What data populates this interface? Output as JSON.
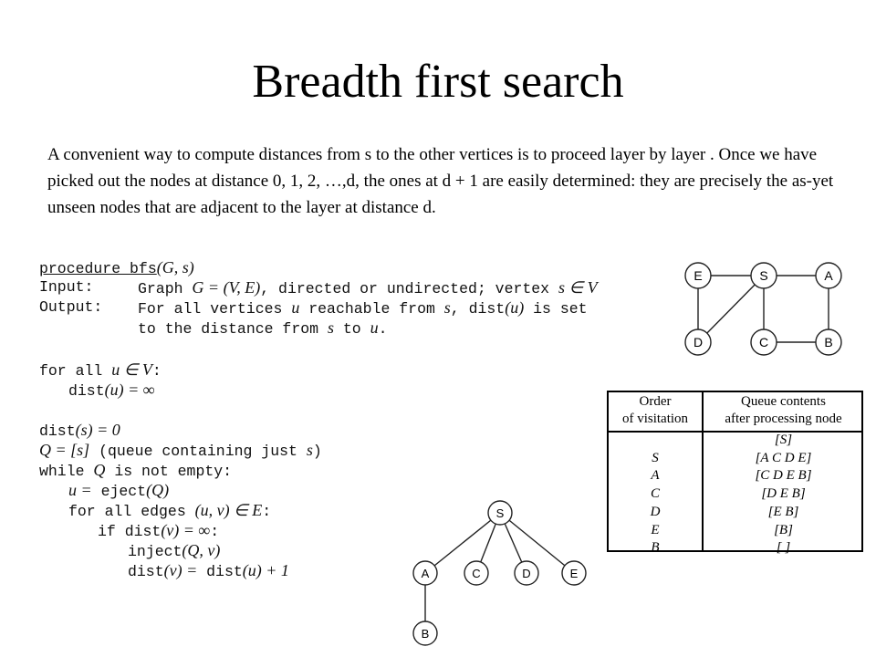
{
  "slide": {
    "title": "Breadth first search",
    "paragraph": "A convenient way to compute distances from s to the other vertices is to proceed layer by layer . Once we have picked out the nodes at distance 0, 1, 2, …,d, the ones at d + 1 are easily determined: they are precisely the as-yet unseen nodes that are adjacent to the layer at distance d."
  },
  "code": {
    "line1": {
      "kw": "procedure bfs",
      "sig": "(G, s)"
    },
    "line2": {
      "label": "Input:",
      "a": "Graph",
      "b": "G = (V, E)",
      "c": ", directed or undirected; vertex",
      "d": "s ∈ V"
    },
    "line3": {
      "label": "Output:",
      "a": "For all vertices",
      "b": "u",
      "c": "reachable from",
      "d": "s",
      "e": ", dist",
      "f": "(u)",
      "g": "is set"
    },
    "line4": {
      "a": "to the distance from",
      "b": "s",
      "c": "to",
      "d": "u",
      "e": "."
    },
    "line5": {
      "a": "for all",
      "b": "u ∈ V",
      "c": ":"
    },
    "line6": {
      "a": "dist",
      "b": "(u) = ∞"
    },
    "line7": {
      "a": "dist",
      "b": "(s) = 0"
    },
    "line8": {
      "a": "Q = [s]",
      "b": "(queue containing just",
      "c": "s",
      "d": ")"
    },
    "line9": {
      "a": "while",
      "b": "Q",
      "c": "is not empty:"
    },
    "line10": {
      "a": "u =",
      "b": "eject",
      "c": "(Q)"
    },
    "line11": {
      "a": "for all edges",
      "b": "(u, v) ∈ E",
      "c": ":"
    },
    "line12": {
      "a": "if dist",
      "b": "(v) = ∞",
      "c": ":"
    },
    "line13": {
      "a": "inject",
      "b": "(Q, v)"
    },
    "line14": {
      "a": "dist",
      "b": "(v) =",
      "c": "dist",
      "d": "(u) + 1"
    }
  },
  "graph": {
    "nodes": [
      "E",
      "S",
      "A",
      "D",
      "C",
      "B"
    ]
  },
  "tree": {
    "nodes": [
      "S",
      "A",
      "C",
      "D",
      "E",
      "B"
    ]
  },
  "table": {
    "header1_line1": "Order",
    "header1_line2": "of visitation",
    "header2_line1": "Queue contents",
    "header2_line2": "after processing node",
    "rows": [
      {
        "order": "",
        "queue": "[S]"
      },
      {
        "order": "S",
        "queue": "[A C D E]"
      },
      {
        "order": "A",
        "queue": "[C D E B]"
      },
      {
        "order": "C",
        "queue": "[D E B]"
      },
      {
        "order": "D",
        "queue": "[E B]"
      },
      {
        "order": "E",
        "queue": "[B]"
      },
      {
        "order": "B",
        "queue": "[ ]"
      }
    ]
  }
}
